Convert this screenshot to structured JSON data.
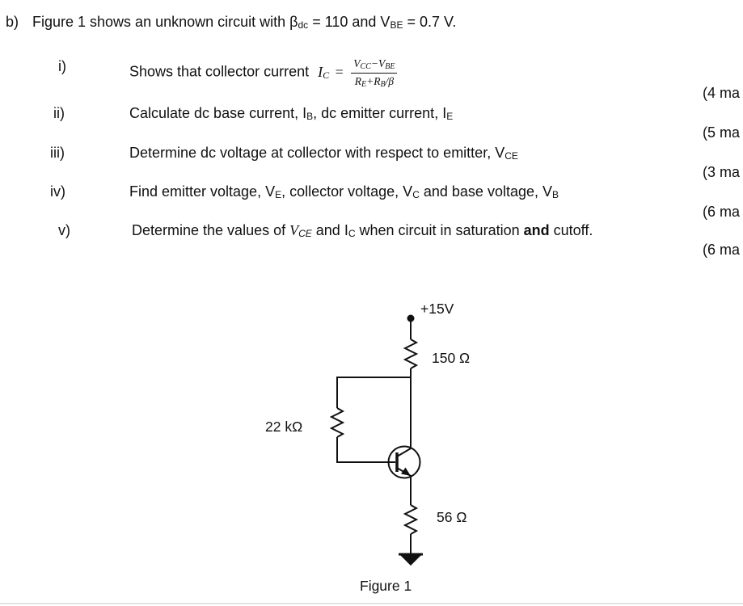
{
  "intro": {
    "label": "b)",
    "t1": "Figure 1 shows an unknown circuit with β",
    "s1": "dc",
    "t2": " = 110 and V",
    "s2": "BE",
    "t3": " = 0.7 V."
  },
  "items": {
    "i": {
      "numeral": "i)",
      "t1": "Shows that collector current",
      "formula": {
        "lhs": "I",
        "lhs_sub": "C",
        "equals": "=",
        "num_v1": "V",
        "num_v1_sub": "CC",
        "num_op": "−",
        "num_v2": "V",
        "num_v2_sub": "BE",
        "den_r1": "R",
        "den_r1_sub": "E",
        "den_op": "+",
        "den_r2": "R",
        "den_r2_sub": "B",
        "den_tail": "/β"
      },
      "marks": "(4 ma"
    },
    "ii": {
      "numeral": "ii)",
      "t1": "Calculate dc base current, I",
      "s1": "B",
      "t2": ", dc emitter current, I",
      "s2": "E",
      "marks": "(5 ma"
    },
    "iii": {
      "numeral": "iii)",
      "t1": "Determine dc voltage at collector with respect to emitter, V",
      "s1": "CE",
      "marks": "(3 ma"
    },
    "iv": {
      "numeral": "iv)",
      "t1": "Find emitter voltage, V",
      "s1": "E",
      "t2": ", collector voltage, V",
      "s2": "C",
      "t3": " and base voltage, V",
      "s3": "B",
      "marks": "(6 ma"
    },
    "v": {
      "numeral": "v)",
      "t1": "Determine the values of ",
      "math_v": "V",
      "math_v_sub": "CE",
      "t2": " and I",
      "s2": "C",
      "t3": " when circuit in saturation ",
      "bold": "and",
      "t4": " cutoff.",
      "marks": "(6 ma"
    }
  },
  "circuit": {
    "vcc_label": "+15V",
    "rc_label": "150 Ω",
    "rb_label": "22 kΩ",
    "re_label": "56 Ω",
    "caption": "Figure 1"
  }
}
